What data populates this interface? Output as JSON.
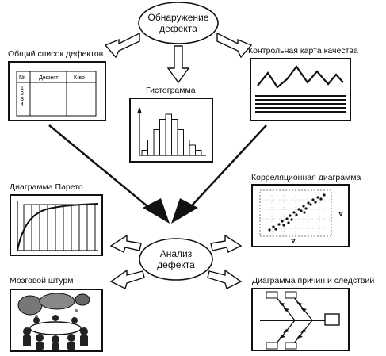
{
  "top_node": {
    "line1": "Обнаружение",
    "line2": "дефекта"
  },
  "center_node": {
    "line1": "Анализ",
    "line2": "дефекта"
  },
  "tools": {
    "defect_list": {
      "title": "Общий список дефектов",
      "table_headers": [
        "Nr.",
        "Дефект",
        "К-во"
      ],
      "row_numbers": [
        "1",
        "2",
        "3",
        "4"
      ]
    },
    "histogram": {
      "title": "Гистограмма",
      "bar_levels": [
        1,
        3,
        5,
        7,
        8,
        7,
        5,
        3,
        2,
        1
      ]
    },
    "control_chart": {
      "title": "Контрольная карта качества"
    },
    "pareto": {
      "title": "Диаграмма Парето"
    },
    "correlation": {
      "title": "Корреляционная диаграмма"
    },
    "brainstorm": {
      "title": "Мозговой штурм"
    },
    "cause_effect": {
      "title": "Диаграмма причин и следствий"
    }
  }
}
